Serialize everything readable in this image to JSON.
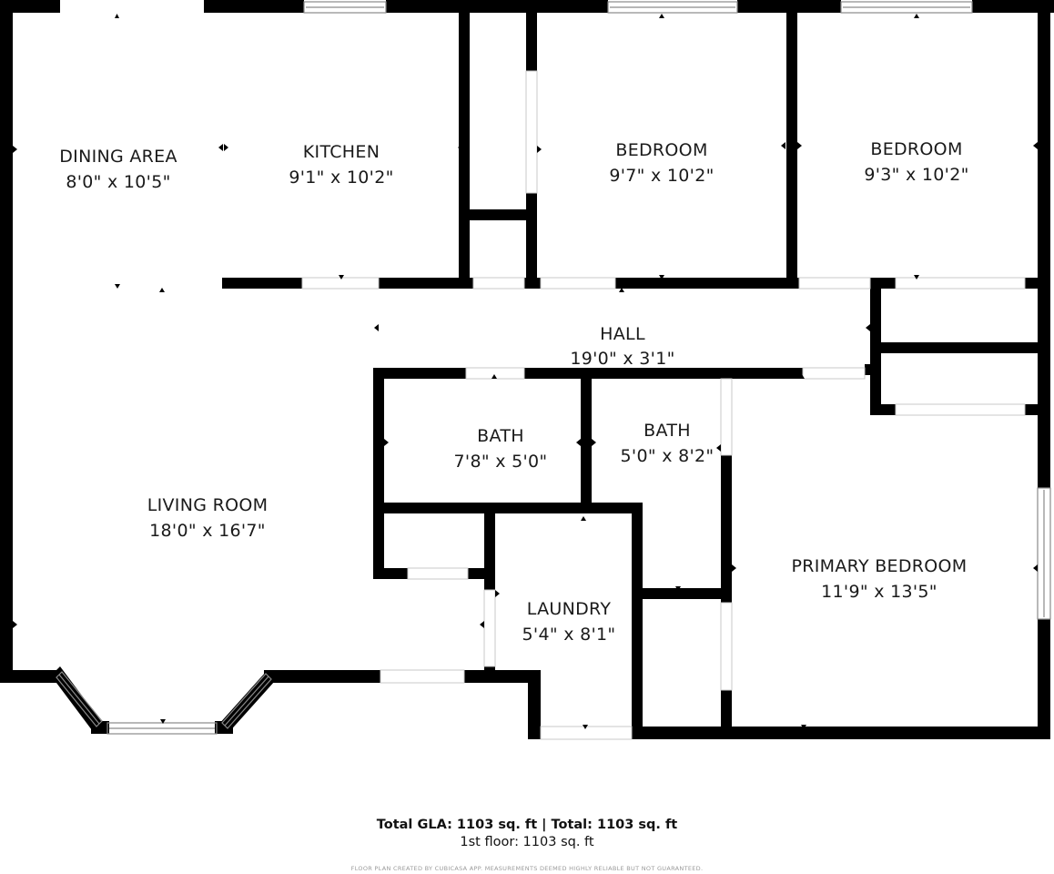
{
  "rooms": {
    "dining": {
      "name": "DINING AREA",
      "size": "8'0\" x 10'5\""
    },
    "kitchen": {
      "name": "KITCHEN",
      "size": "9'1\" x 10'2\""
    },
    "bedroom_1": {
      "name": "BEDROOM",
      "size": "9'7\" x 10'2\""
    },
    "bedroom_2": {
      "name": "BEDROOM",
      "size": "9'3\" x 10'2\""
    },
    "hall": {
      "name": "HALL",
      "size": "19'0\" x 3'1\""
    },
    "bath_1": {
      "name": "BATH",
      "size": "7'8\" x 5'0\""
    },
    "bath_2": {
      "name": "BATH",
      "size": "5'0\" x 8'2\""
    },
    "living": {
      "name": "LIVING ROOM",
      "size": "18'0\" x 16'7\""
    },
    "primary_bedroom": {
      "name": "PRIMARY BEDROOM",
      "size": "11'9\" x 13'5\""
    },
    "laundry": {
      "name": "LAUNDRY",
      "size": "5'4\" x 8'1\""
    }
  },
  "footer": {
    "total": "Total GLA: 1103 sq. ft | Total: 1103 sq. ft",
    "floor": "1st floor: 1103 sq. ft",
    "disclaimer": "FLOOR PLAN CREATED BY CUBICASA APP. MEASUREMENTS DEEMED HIGHLY RELIABLE BUT NOT GUARANTEED."
  },
  "colors": {
    "wall": "#000000",
    "window": "#9a9a9a",
    "background": "#ffffff"
  }
}
